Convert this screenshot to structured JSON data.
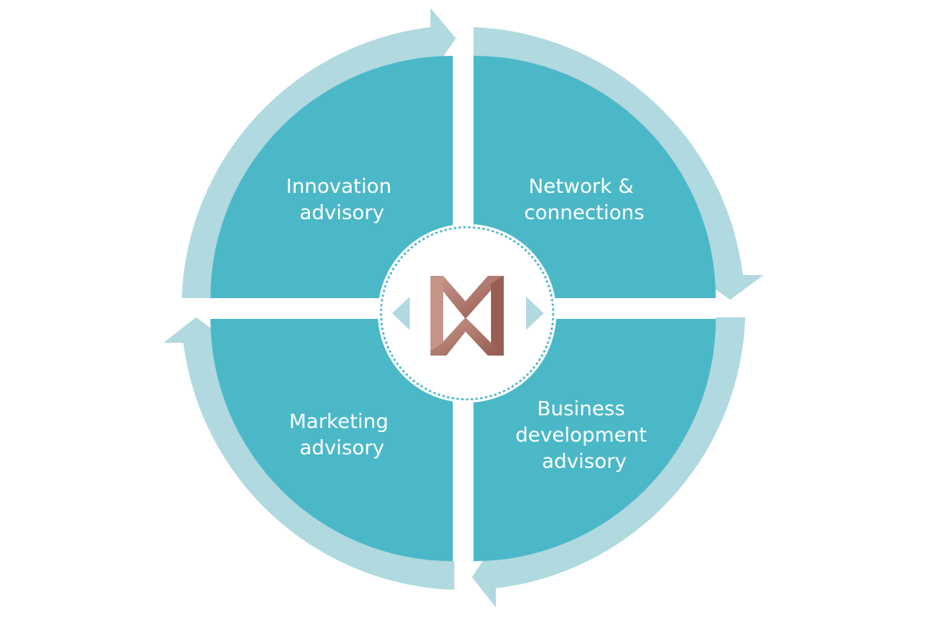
{
  "diagram": {
    "quadrants": [
      {
        "id": "top-left",
        "lines": [
          "Innovation",
          "advisory"
        ]
      },
      {
        "id": "top-right",
        "lines": [
          "Network &",
          "connections"
        ]
      },
      {
        "id": "bottom-right",
        "lines": [
          "Business",
          "development",
          "advisory"
        ]
      },
      {
        "id": "bottom-left",
        "lines": [
          "Marketing",
          "advisory"
        ]
      }
    ],
    "center": {
      "logo": "mw-monogram-logo"
    },
    "colors": {
      "quadrant_fill": "#4bb8c8",
      "ring_fill": "#b1d9e0",
      "logo_light": "#c08a7e",
      "logo_dark": "#9c6359",
      "center_border": "#4bb8c8"
    }
  }
}
